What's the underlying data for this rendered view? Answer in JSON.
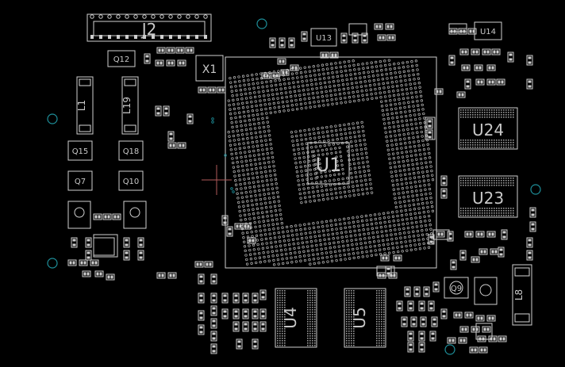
{
  "board": {
    "background": "#000000",
    "silkscreen_color": "#cfcfcf",
    "fiducial_color": "#1e8f9a",
    "crosshair_color": "#b05a5a"
  },
  "labels": {
    "j2": "J2",
    "u13": "U13",
    "u14": "U14",
    "q12": "Q12",
    "x1": "X1",
    "l1": "L1",
    "l19": "L19",
    "u1": "U1",
    "u24": "U24",
    "u23": "U23",
    "q15": "Q15",
    "q18": "Q18",
    "q7": "Q7",
    "q10": "Q10",
    "u4": "U4",
    "u5": "U5",
    "q9": "Q9",
    "l8": "L8"
  }
}
